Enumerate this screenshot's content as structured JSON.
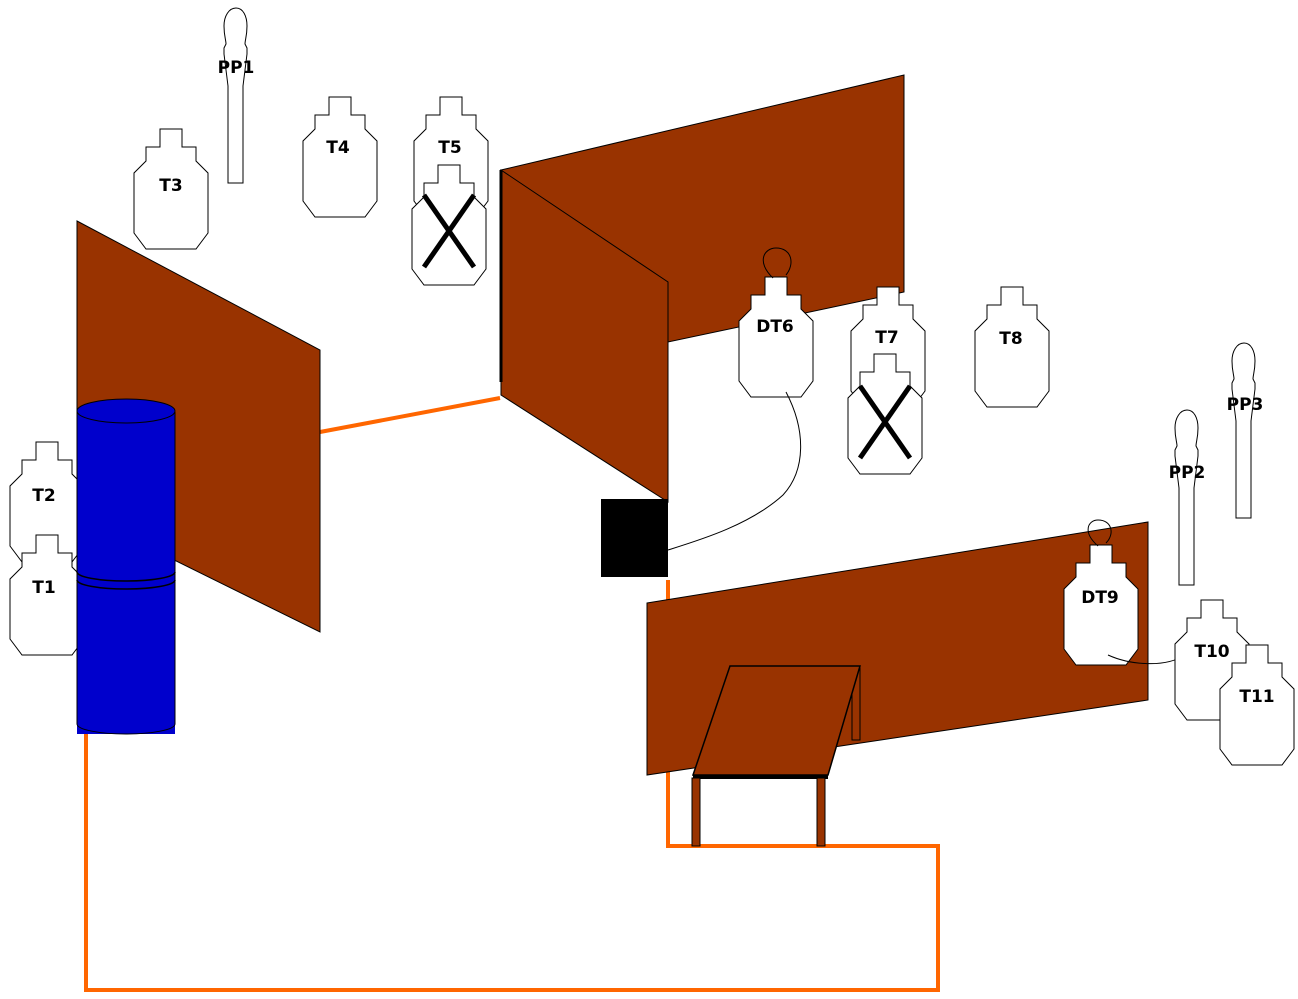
{
  "colors": {
    "wall": "#993300",
    "fault_line": "#ff6600",
    "barrel": "#0000cc",
    "outline": "#000000",
    "target_fill": "#ffffff",
    "start_box": "#000000"
  },
  "targets": {
    "t1": "T1",
    "t2": "T2",
    "t3": "T3",
    "t4": "T4",
    "t5": "T5",
    "dt6": "DT6",
    "t7": "T7",
    "t8": "T8",
    "dt9": "DT9",
    "t10": "T10",
    "t11": "T11"
  },
  "poppers": {
    "pp1": "PP1",
    "pp2": "PP2",
    "pp3": "PP3"
  }
}
